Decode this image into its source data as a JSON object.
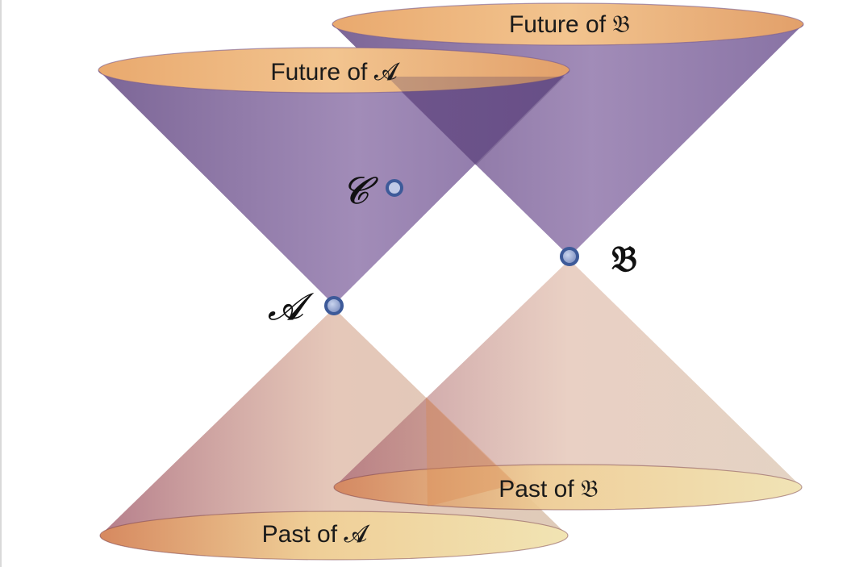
{
  "cones": {
    "future_a": {
      "label": "Future of 𝓐"
    },
    "future_b": {
      "label": "Future of 𝔅"
    },
    "past_a": {
      "label": "Past of 𝓐"
    },
    "past_b": {
      "label": "Past of 𝔅"
    }
  },
  "points": {
    "a": {
      "label": "𝓐"
    },
    "b": {
      "label": "𝔅"
    },
    "c": {
      "label": "𝓒"
    }
  },
  "colors": {
    "future_cone": "#6e4f8f",
    "past_cone": "#c8956a",
    "rim_fill": "#e7b27c",
    "event_point": "#3d5a99"
  }
}
